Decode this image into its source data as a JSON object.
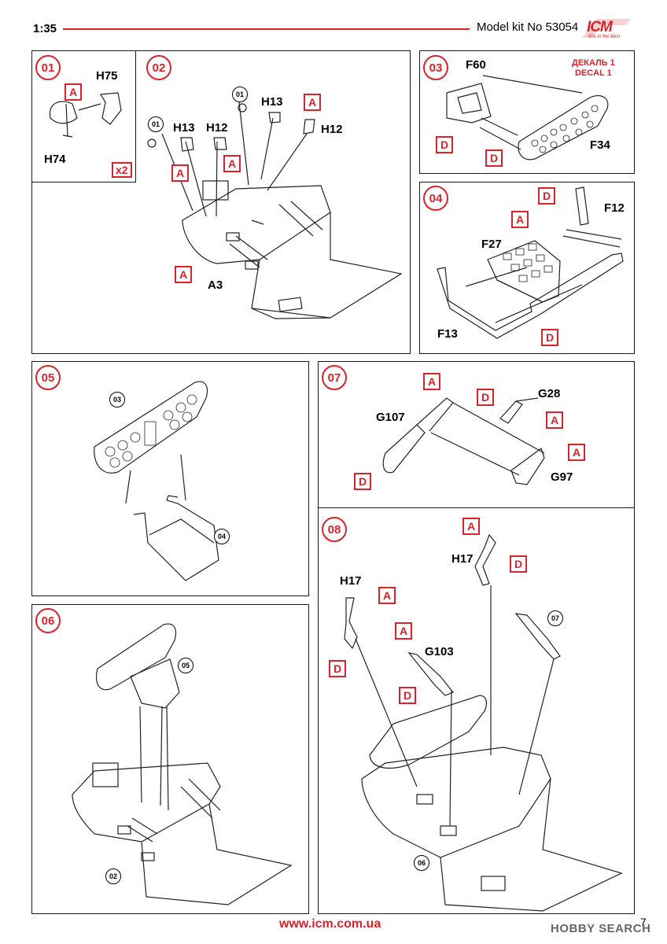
{
  "header": {
    "scale": "1:35",
    "kit": "Model kit No 53054",
    "logo": "ICM",
    "logo_tagline": "Kits in the Best"
  },
  "steps": [
    "01",
    "02",
    "03",
    "04",
    "05",
    "06",
    "07",
    "08"
  ],
  "step01": {
    "part_top": "H75",
    "part_bottom": "H74",
    "color": "A",
    "qty": "x2"
  },
  "step02": {
    "h13_left": "H13",
    "h12_left": "H12",
    "h13_right": "H13",
    "h12_right": "H12",
    "base": "A3",
    "ref": "01",
    "color": "A"
  },
  "step03": {
    "part_a": "F60",
    "part_b": "F34",
    "decal_ru": "ДЕКАЛЬ 1",
    "decal_en": "DECAL 1",
    "color": "D"
  },
  "step04": {
    "part_a": "F12",
    "part_b": "F27",
    "part_c": "F13",
    "color_a": "A",
    "color_d": "D"
  },
  "step05": {
    "ref_top": "03",
    "ref_bottom": "04"
  },
  "step06": {
    "ref_top": "05",
    "ref_bottom": "02"
  },
  "step07": {
    "part_a": "G107",
    "part_b": "G28",
    "part_c": "G97",
    "color_a": "A",
    "color_d": "D"
  },
  "step08": {
    "h17_left": "H17",
    "h17_right": "H17",
    "g103": "G103",
    "ref_07": "07",
    "ref_06": "06",
    "color_a": "A",
    "color_d": "D"
  },
  "footer": {
    "url": "www.icm.com.ua",
    "page": "7",
    "watermark": "HOBBY SEARCH"
  }
}
